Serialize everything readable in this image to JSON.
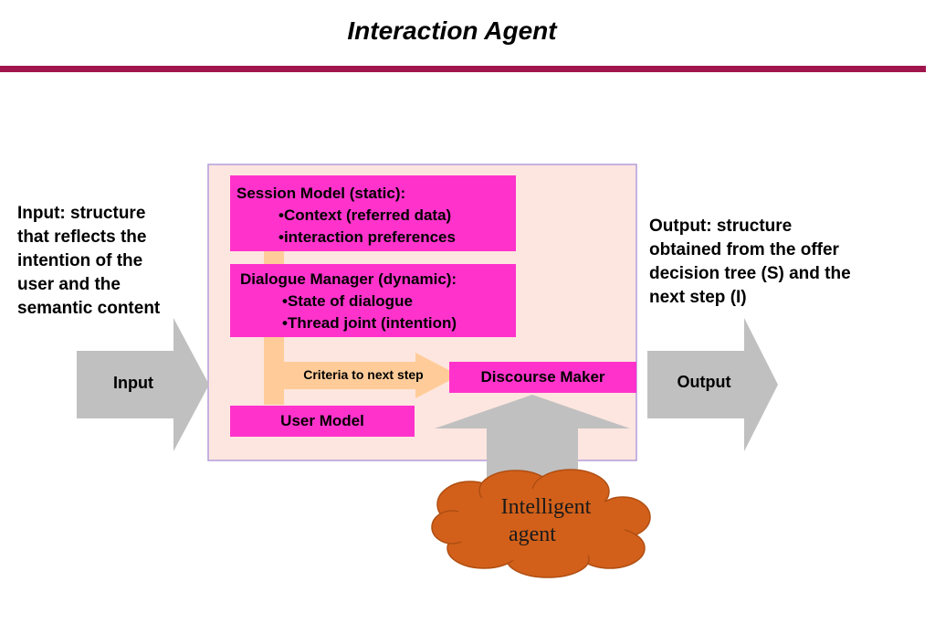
{
  "title": "Interaction Agent",
  "input_caption": "Input: structure\nthat reflects the\nintention of the\nuser and the\nsemantic content",
  "output_caption": "Output: structure\nobtained from the offer\ndecision tree (S) and the\nnext step (I)",
  "arrows": {
    "input": "Input",
    "output": "Output",
    "criteria": "Criteria to next step"
  },
  "session_model": {
    "heading": "Session Model (static):",
    "items": [
      "•Context (referred data)",
      "•interaction preferences"
    ]
  },
  "dialogue_manager": {
    "heading": "Dialogue Manager (dynamic):",
    "items": [
      "•State of dialogue",
      "•Thread joint (intention)"
    ]
  },
  "user_model": "User Model",
  "discourse_maker": "Discourse Maker",
  "intelligent_agent": {
    "line1": "Intelligent",
    "line2": "agent"
  },
  "colors": {
    "rule": "#a0164c",
    "frame_fill": "#fde6e0",
    "frame_border": "#b39ddb",
    "box_fill": "#ff33cc",
    "peach_arrow": "#ffcc99",
    "gray_arrow": "#c0c0c0",
    "cloud": "#d2601a"
  }
}
